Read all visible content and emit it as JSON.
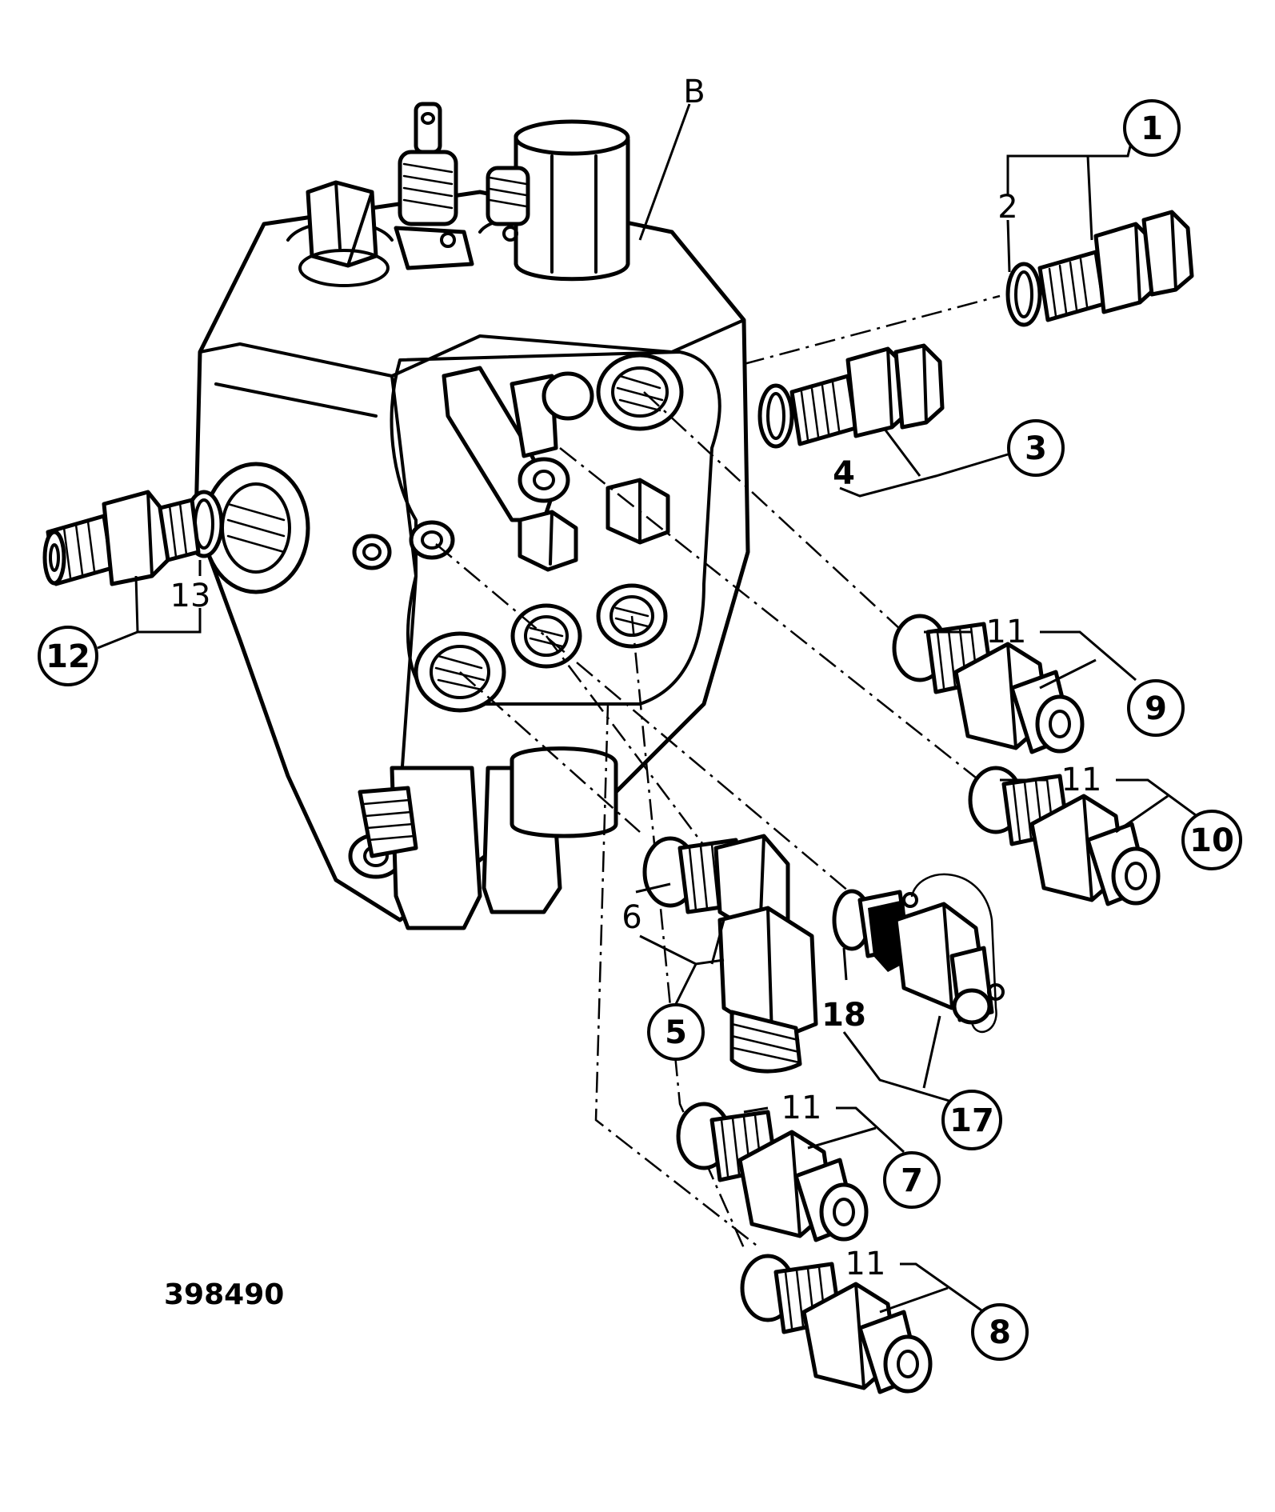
{
  "diagram": {
    "figure_number": "398490",
    "body_label": "B",
    "callouts": {
      "c1": "1",
      "c2": "2",
      "c3": "3",
      "c4": "4",
      "c5": "5",
      "c6": "6",
      "c7": "7",
      "c8": "8",
      "c9": "9",
      "c10": "10",
      "c11": "11",
      "c12": "12",
      "c13": "13",
      "c17": "17",
      "c18": "18"
    },
    "colors": {
      "ink": "#000000",
      "paper": "#ffffff"
    }
  }
}
